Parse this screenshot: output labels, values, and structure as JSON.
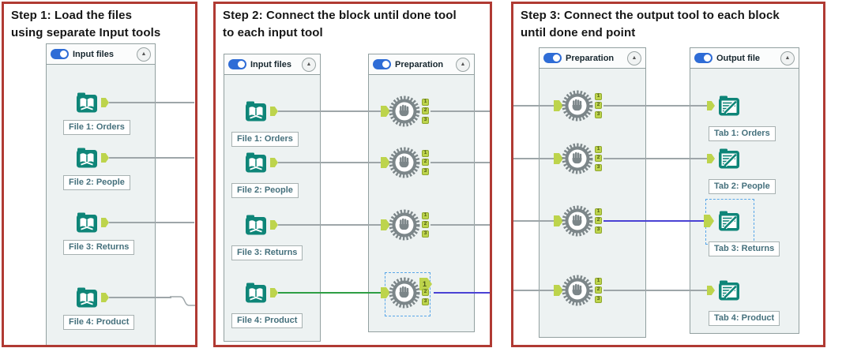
{
  "panel1": {
    "title1": "Step 1: Load the files",
    "title2": "using separate Input tools",
    "container": "Input files",
    "tools": [
      "File 1: Orders",
      "File 2: People",
      "File 3: Returns",
      "File 4: Product"
    ]
  },
  "panel2": {
    "title1": "Step 2: Connect the block until done tool",
    "title2": "to each input tool",
    "containerA": "Input files",
    "containerB": "Preparation",
    "tools": [
      "File 1: Orders",
      "File 2: People",
      "File 3: Returns",
      "File 4: Product"
    ]
  },
  "panel3": {
    "title1": "Step 3: Connect the output tool to each block",
    "title2": "until done end point",
    "containerA": "Preparation",
    "containerB": "Output file",
    "tools": [
      "Tab 1: Orders",
      "Tab 2: People",
      "Tab 3: Returns",
      "Tab 4: Product"
    ]
  },
  "anchors": [
    "1",
    "2",
    "3"
  ],
  "ui": {
    "collapse_icon": "▲"
  },
  "colors": {
    "panel_border": "#b03a33",
    "teal": "#0e8578",
    "toggle_blue": "#2e6cd6",
    "container_bg": "#edf2f2",
    "container_border": "#92a0a0",
    "wire_gray": "#9ea6a9",
    "wire_green": "#2e9e44",
    "wire_blue": "#4a42d4",
    "anchor_green": "#bdd44c",
    "anchor_border": "#8fa72e",
    "gear_gray": "#7c8689",
    "selection_blue": "#58a6e8",
    "label_text": "#45707c"
  }
}
